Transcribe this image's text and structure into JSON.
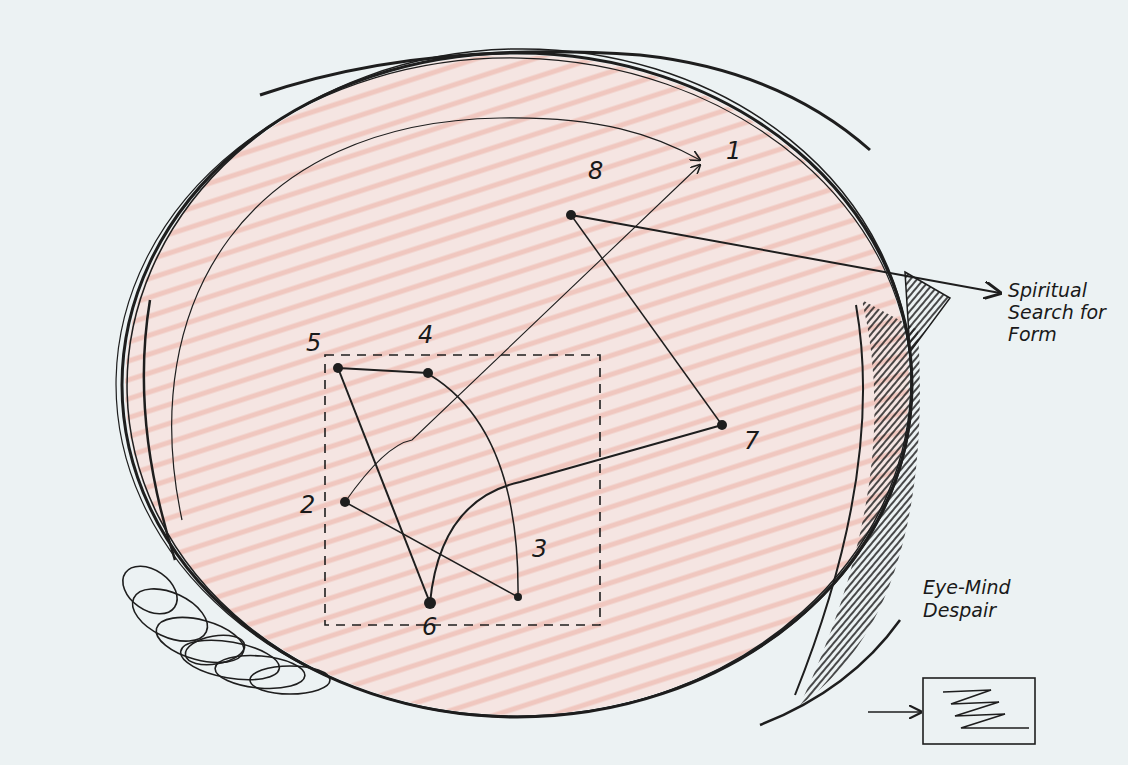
{
  "diagram": {
    "nodes": [
      {
        "text": [
          "Eye-Mind Despair"
        ]
      }
    ],
    "labels": [
      "1",
      "2",
      "3",
      "4",
      "5",
      "6",
      "7",
      "8",
      "Spiritual Search for Form"
    ]
  }
}
